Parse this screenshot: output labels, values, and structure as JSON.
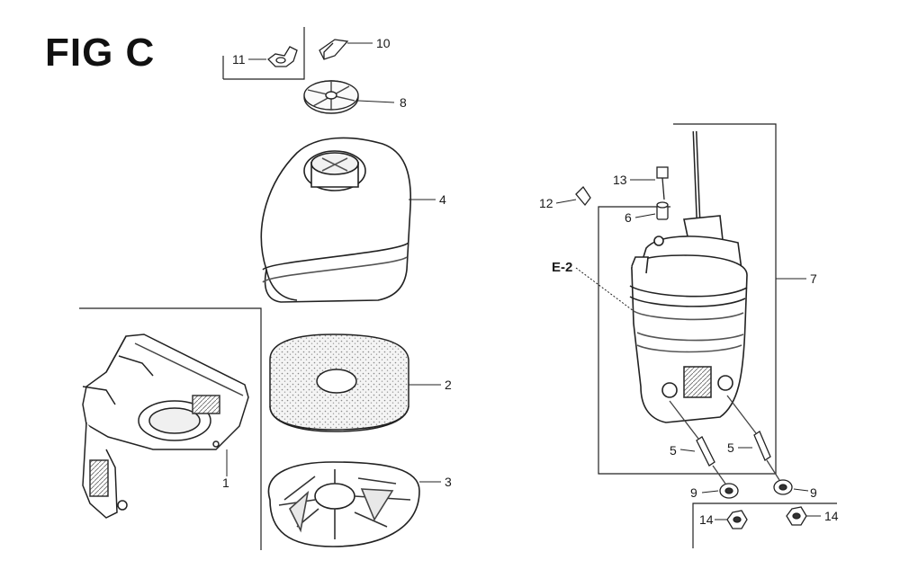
{
  "figure": {
    "title": "FIG C"
  },
  "callouts": {
    "c1": "1",
    "c2": "2",
    "c3": "3",
    "c4": "4",
    "c5a": "5",
    "c5b": "5",
    "c6": "6",
    "c7": "7",
    "c8": "8",
    "c9a": "9",
    "c9b": "9",
    "c10": "10",
    "c11": "11",
    "c12": "12",
    "c13": "13",
    "c14a": "14",
    "c14b": "14",
    "ref": "E-2"
  }
}
